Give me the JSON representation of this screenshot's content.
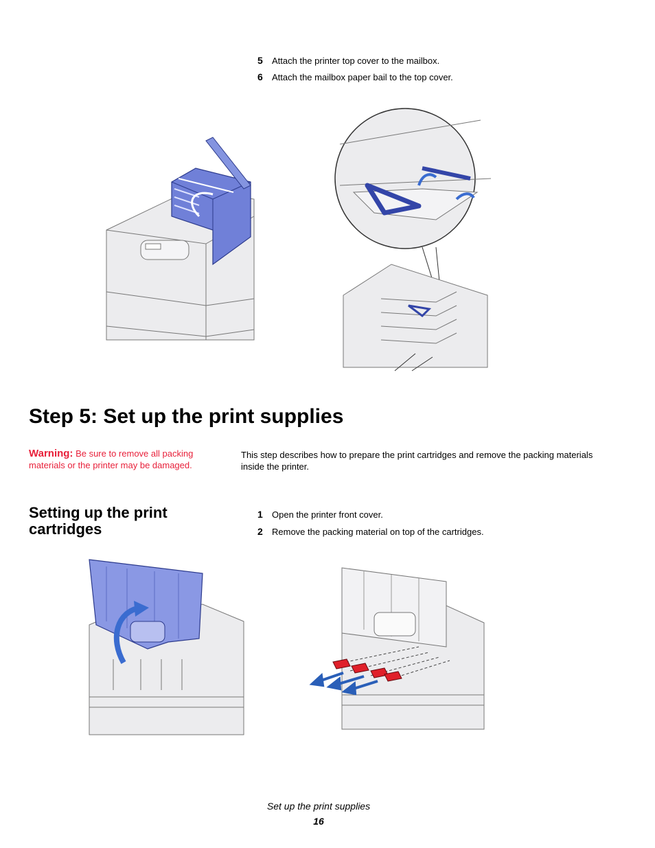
{
  "steps_top": [
    {
      "num": "5",
      "text": "Attach the printer top cover to the mailbox."
    },
    {
      "num": "6",
      "text": "Attach the mailbox paper bail to the top cover."
    }
  ],
  "section_title": "Step 5: Set up the print supplies",
  "warning": {
    "label": "Warning:",
    "text": "Be sure to remove all packing materials or the printer may be damaged."
  },
  "intro": "This step describes how to prepare the print cartridges and remove the packing materials inside the printer.",
  "subsection_title": "Setting up the print cartridges",
  "steps_cartridges": [
    {
      "num": "1",
      "text": "Open the printer front cover."
    },
    {
      "num": "2",
      "text": "Remove the packing material on top of the cartridges."
    }
  ],
  "footer": {
    "title": "Set up the print supplies",
    "page": "16"
  },
  "colors": {
    "warning": "#e8203a",
    "illustration_blue": "#6e7fd6",
    "illustration_gray": "#e8e8ea",
    "packing_red": "#e0202a",
    "arrow_blue": "#2a5fb8"
  }
}
